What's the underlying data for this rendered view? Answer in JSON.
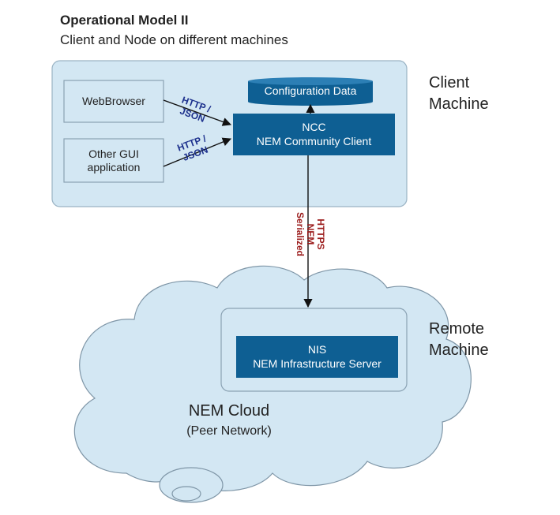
{
  "header": {
    "title": "Operational Model II",
    "subtitle": "Client and Node on different machines"
  },
  "client_machine": {
    "label_line1": "Client",
    "label_line2": "Machine",
    "webbrowser": "WebBrowser",
    "other_gui_line1": "Other GUI",
    "other_gui_line2": "application",
    "config_data": "Configuration Data",
    "ncc_line1": "NCC",
    "ncc_line2": "NEM Community Client",
    "http_json_1_line1": "HTTP /",
    "http_json_1_line2": "JSON",
    "http_json_2_line1": "HTTP /",
    "http_json_2_line2": "JSON"
  },
  "connection": {
    "line1": "HTTPS",
    "line2": "NEM",
    "line3": "Serialized"
  },
  "remote_machine": {
    "label_line1": "Remote",
    "label_line2": "Machine",
    "nis_line1": "NIS",
    "nis_line2": "NEM Infrastructure Server"
  },
  "cloud": {
    "title": "NEM Cloud",
    "subtitle": "(Peer Network)"
  },
  "colors": {
    "panel_fill": "#d3e7f3",
    "panel_stroke": "#9ab3c4",
    "component_blue": "#0e5f93",
    "arrow_label_blue": "#1b2f8c",
    "https_label_red": "#9b1b1b"
  }
}
